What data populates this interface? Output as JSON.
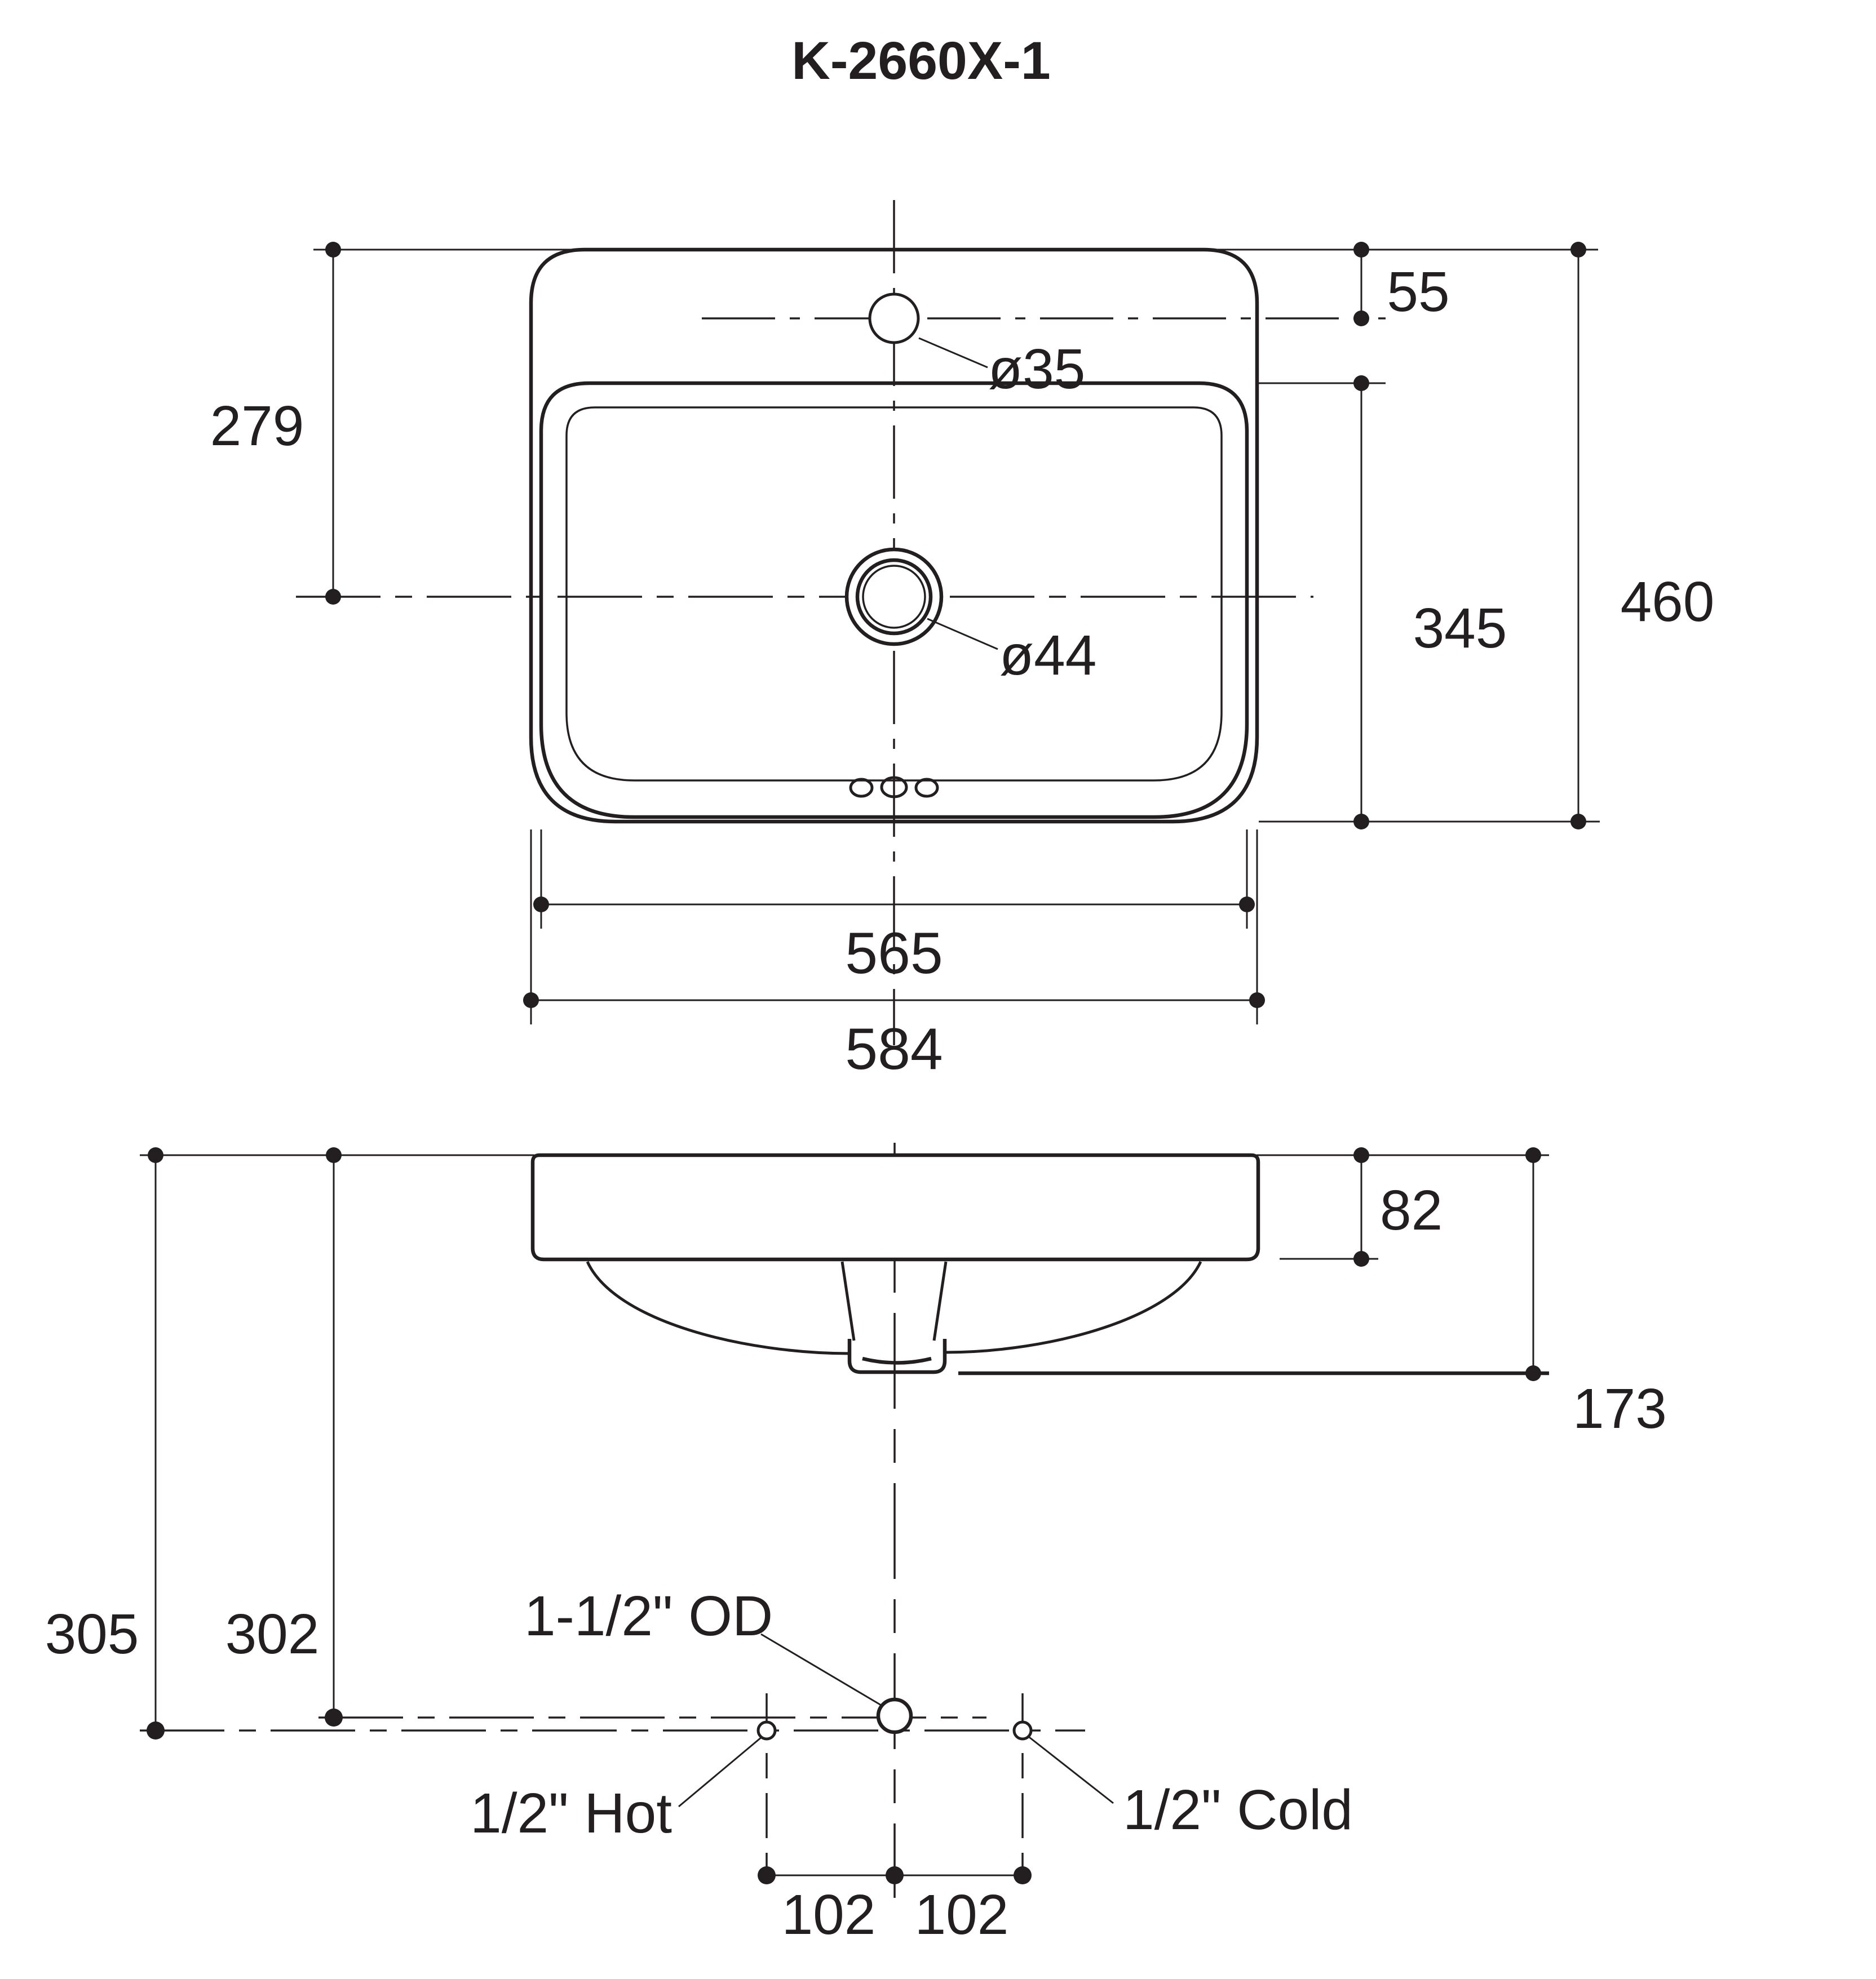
{
  "title": "K-2660X-1",
  "colors": {
    "line": "#231f20",
    "background": "#ffffff"
  },
  "top_view": {
    "dims": {
      "faucet_hole_offset": "55",
      "faucet_hole_diameter": "ø35",
      "drain_center_offset": "279",
      "basin_depth": "345",
      "overall_depth": "460",
      "drain_diameter": "ø44",
      "cutout_width": "565",
      "overall_width": "584"
    }
  },
  "front_view": {
    "dims": {
      "deck_height": "82",
      "tailpiece_drop": "173",
      "supply_drop": "305",
      "outlet_drop": "302",
      "spread_left": "102",
      "spread_right": "102"
    },
    "labels": {
      "outlet": "1-1/2\" OD",
      "hot": "1/2\" Hot",
      "cold": "1/2\" Cold"
    }
  }
}
